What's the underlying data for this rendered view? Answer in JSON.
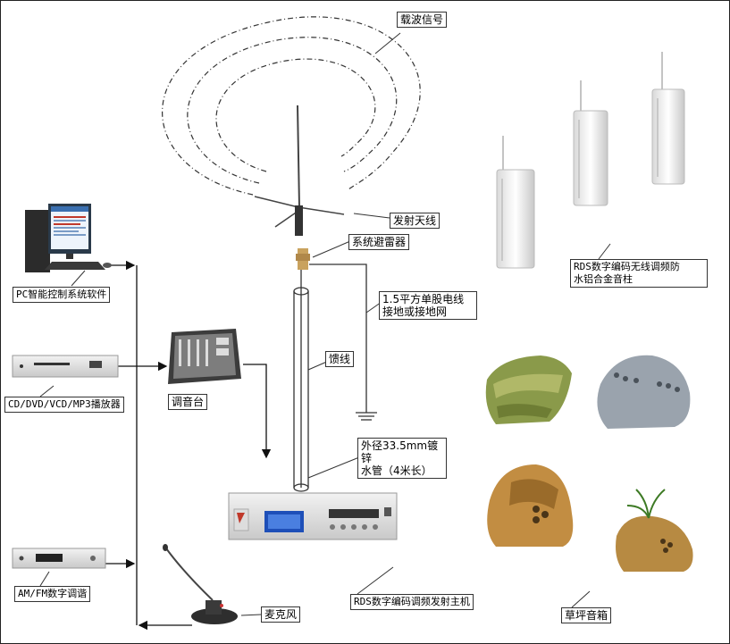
{
  "labels": {
    "carrier_signal": "载波信号",
    "transmit_antenna": "发射天线",
    "lightning_arrester": "系统避雷器",
    "ground_wire_line1": "1.5平方单股电线",
    "ground_wire_line2": "接地或接地网",
    "feeder": "馈线",
    "pipe_line1": "外径33.5mm镀锌",
    "pipe_line2": "水管（4米长）",
    "pc_software": "PC智能控制系统软件",
    "cd_player": "CD/DVD/VCD/MP3播放器",
    "mixer": "调音台",
    "am_fm_tuner": "AM/FM数字调谐",
    "microphone": "麦克风",
    "rds_transmitter": "RDS数字编码调频发射主机",
    "column_speaker_line1": "RDS数字编码无线调频防",
    "column_speaker_line2": "水铝合金音柱",
    "lawn_speaker": "草坪音箱"
  },
  "device_text": {
    "pc_brand": "",
    "transmitter_brand": ""
  }
}
